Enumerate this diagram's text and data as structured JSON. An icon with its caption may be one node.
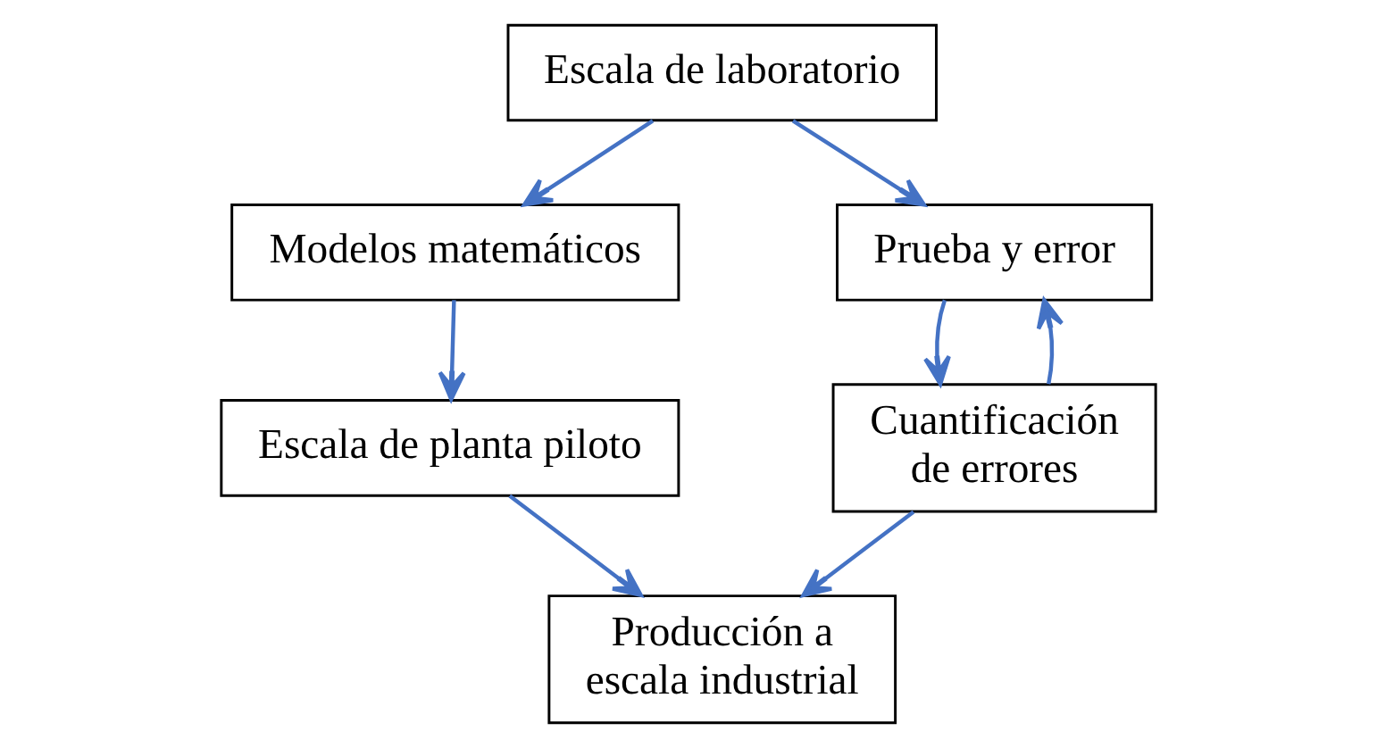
{
  "diagram": {
    "nodes": [
      {
        "text": [
          "Escala de laboratorio"
        ]
      },
      {
        "text": [
          "Modelos matemáticos"
        ]
      },
      {
        "text": [
          "Prueba y error"
        ]
      },
      {
        "text": [
          "Escala de planta piloto"
        ]
      },
      {
        "text": [
          "Cuantificación de errores"
        ]
      },
      {
        "text": [
          "Producción a escala industrial"
        ]
      }
    ],
    "edges": [
      {
        "from": 0,
        "to": 1,
        "arrow": "to"
      },
      {
        "from": 0,
        "to": 2,
        "arrow": "to"
      },
      {
        "from": 1,
        "to": 3,
        "arrow": "to"
      },
      {
        "from": 2,
        "to": 4,
        "arrow": "to"
      },
      {
        "from": 4,
        "to": 2,
        "arrow": "to"
      },
      {
        "from": 3,
        "to": 5,
        "arrow": "to"
      },
      {
        "from": 4,
        "to": 5,
        "arrow": "to"
      }
    ]
  }
}
